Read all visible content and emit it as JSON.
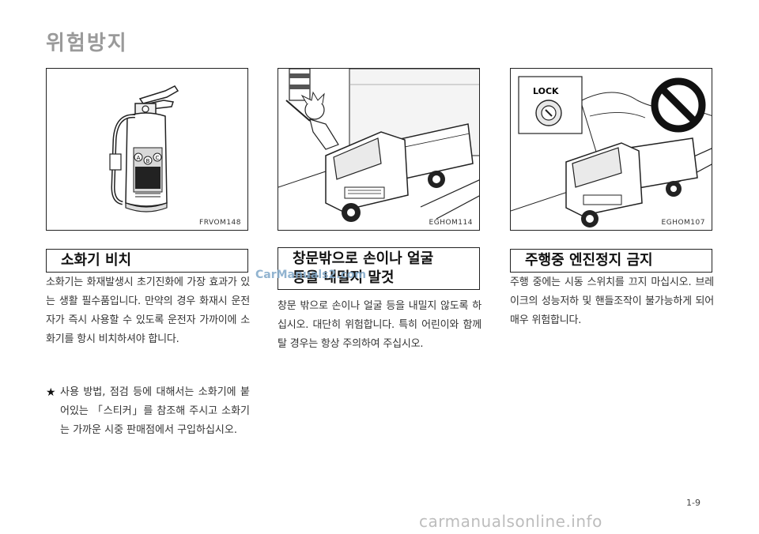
{
  "page": {
    "title": "위험방지",
    "number": "1-9"
  },
  "figures": [
    {
      "code": "FRVOM148",
      "labels": [
        "A",
        "B",
        "C"
      ]
    },
    {
      "code": "EGHOM114"
    },
    {
      "code": "EGHOM107",
      "label": "LOCK"
    }
  ],
  "sections": [
    {
      "heading": "소화기 비치",
      "body": "소화기는 화재발생시 초기진화에 가장 효과가 있는 생활 필수품입니다. 만약의 경우 화재시 운전자가 즉시 사용할 수 있도록 운전자 가까이에 소화기를 항시 비치하셔야 합니다.",
      "note_marker": "★",
      "note": "사용 방법, 점검 등에 대해서는 소화기에 붙어있는 「스티커」를 참조해 주시고 소화기는 가까운 시중 판매점에서 구입하십시오."
    },
    {
      "heading_line1": "창문밖으로 손이나 얼굴",
      "heading_line2": "등을 내밀지 말것",
      "body": "창문 밖으로 손이나 얼굴 등을 내밀지 않도록 하십시오. 대단히 위험합니다. 특히 어린이와 함께 탈 경우는 항상 주의하여 주십시오."
    },
    {
      "heading": "주행중 엔진정지 금지",
      "body": "주행 중에는 시동 스위치를 끄지 마십시오. 브레이크의 성능저하 및 핸들조작이 불가능하게 되어 매우 위험합니다."
    }
  ],
  "watermarks": {
    "mid": "CarManuals2.com",
    "bottom": "carmanualsonline.info"
  },
  "colors": {
    "title_gray": "#9a9a9a",
    "watermark_blue": "#7fa7c8"
  }
}
